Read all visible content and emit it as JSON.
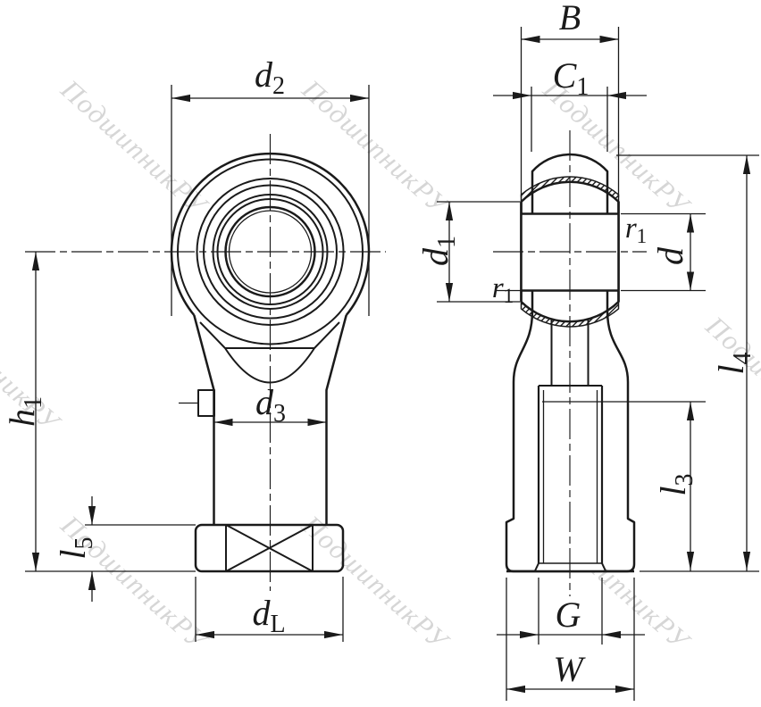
{
  "watermark": {
    "text": "ПодшипникРУ",
    "color": "#bdbdbd"
  },
  "ink_color": "#1a1a1a",
  "drawing": {
    "views": [
      "front-view-rod-end",
      "section-view-rod-end"
    ],
    "hatching": "diagonal-45deg"
  },
  "labels": {
    "d2": {
      "base": "d",
      "sub": "2"
    },
    "h1": {
      "base": "h",
      "sub": "1"
    },
    "l5": {
      "base": "l",
      "sub": "5"
    },
    "d3": {
      "base": "d",
      "sub": "3"
    },
    "dL": {
      "base": "d",
      "sub": "L"
    },
    "B": {
      "base": "B",
      "sub": ""
    },
    "C1": {
      "base": "C",
      "sub": "1"
    },
    "d1": {
      "base": "d",
      "sub": "1"
    },
    "r1_upper": {
      "base": "r",
      "sub": "1"
    },
    "r1_lower": {
      "base": "r",
      "sub": "1"
    },
    "d": {
      "base": "d",
      "sub": ""
    },
    "l4": {
      "base": "l",
      "sub": "4"
    },
    "l3": {
      "base": "l",
      "sub": "3"
    },
    "G": {
      "base": "G",
      "sub": ""
    },
    "W": {
      "base": "W",
      "sub": ""
    }
  }
}
